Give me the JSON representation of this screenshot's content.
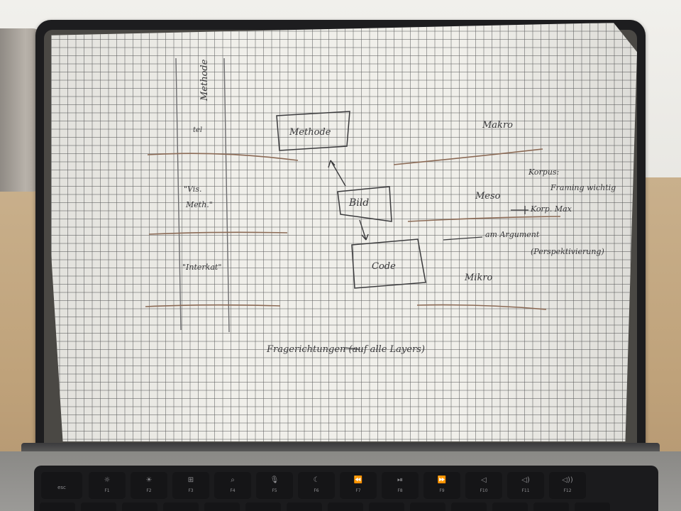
{
  "notes": {
    "methode_header": "Methode",
    "row_left_1": "tel",
    "row_left_2a": "\"Vis.",
    "row_left_2b": "Meth.\"",
    "row_left_3": "\"Interkat\"",
    "box_top": "Methode",
    "box_mid": "Bild",
    "box_bot": "Code",
    "makro": "Makro",
    "meso": "Meso",
    "mikro": "Mikro",
    "korpus_1": "Korpus:",
    "korpus_2": "Framing wichtig",
    "korp_max": "Korp. Max",
    "argument": "am Argument",
    "perspektive": "(Perspektivierung)",
    "bottom_line": "Fragerichtungen (auf alle Layers)"
  },
  "keyboard": {
    "keys": [
      {
        "label": "esc",
        "glyph": ""
      },
      {
        "label": "F1",
        "glyph": "☼"
      },
      {
        "label": "F2",
        "glyph": "☀"
      },
      {
        "label": "F3",
        "glyph": "⊞"
      },
      {
        "label": "F4",
        "glyph": "⌕"
      },
      {
        "label": "F5",
        "glyph": "🎙"
      },
      {
        "label": "F6",
        "glyph": "☾"
      },
      {
        "label": "F7",
        "glyph": "⏪"
      },
      {
        "label": "F8",
        "glyph": "⏯"
      },
      {
        "label": "F9",
        "glyph": "⏩"
      },
      {
        "label": "F10",
        "glyph": "◁"
      },
      {
        "label": "F11",
        "glyph": "◁)"
      },
      {
        "label": "F12",
        "glyph": "◁))"
      }
    ]
  },
  "colors": {
    "ink": "#3a3a3c",
    "brown_rule": "#8b6a55",
    "paper": "#f0efea"
  }
}
